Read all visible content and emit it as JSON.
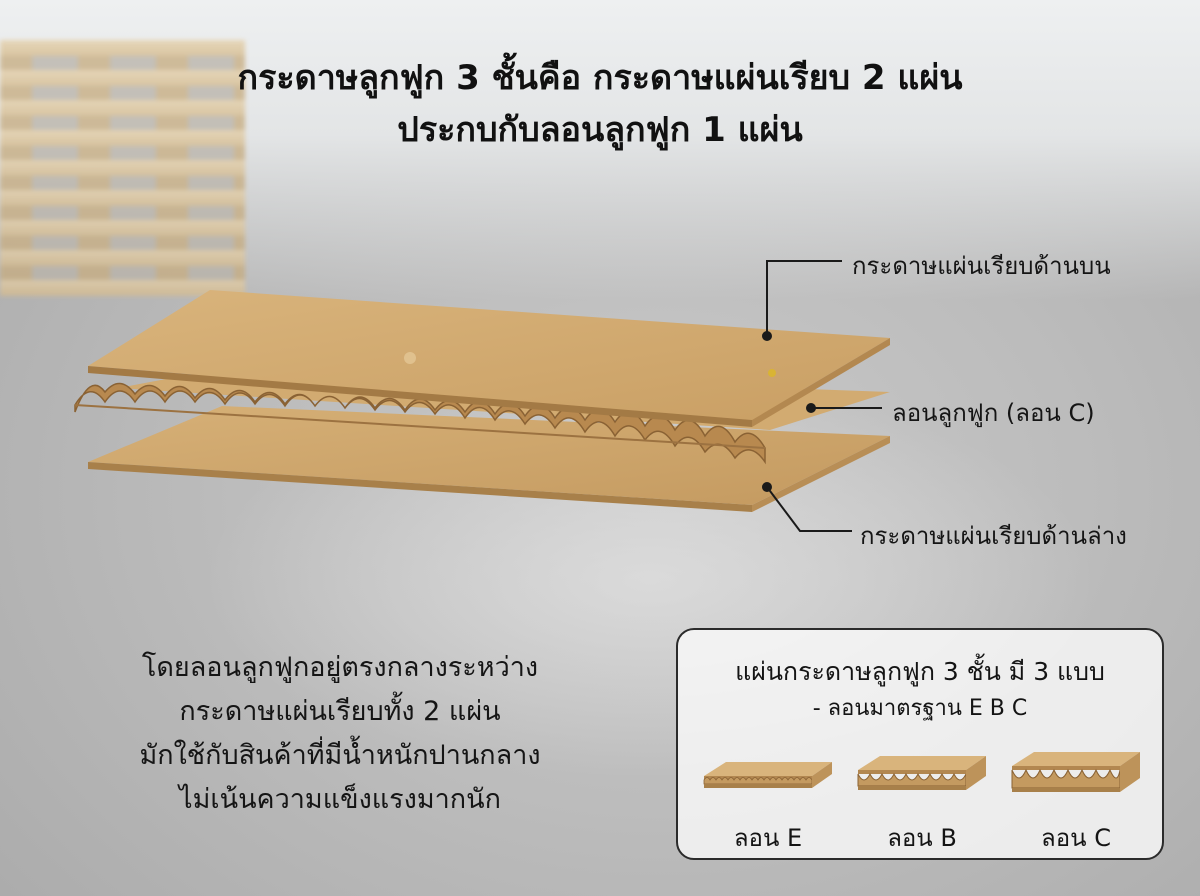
{
  "title": {
    "line1": "กระดาษลูกฟูก 3 ชั้นคือ กระดาษแผ่นเรียบ 2 แผ่น",
    "line2": "ประกบกับลอนลูกฟูก 1 แผ่น"
  },
  "callouts": {
    "top_liner": "กระดาษแผ่นเรียบด้านบน",
    "flute": "ลอนลูกฟูก (ลอน C)",
    "bottom_liner": "กระดาษแผ่นเรียบด้านล่าง"
  },
  "description": [
    "โดยลอนลูกฟูกอยู่ตรงกลางระหว่าง",
    "กระดาษแผ่นเรียบทั้ง  2 แผ่น",
    "มักใช้กับสินค้าที่มีน้ำหนักปานกลาง",
    "ไม่เน้นความแข็งแรงมากนัก"
  ],
  "panel": {
    "title": "แผ่นกระดาษลูกฟูก 3 ชั้น มี 3 แบบ",
    "subtitle": "- ลอนมาตรฐาน E B C",
    "types": [
      {
        "label": "ลอน E"
      },
      {
        "label": "ลอน B"
      },
      {
        "label": "ลอน C"
      }
    ]
  },
  "colors": {
    "kraft": "#d2ab71",
    "kraft_dark": "#a47a45",
    "leader_line": "#1a1a1a"
  }
}
